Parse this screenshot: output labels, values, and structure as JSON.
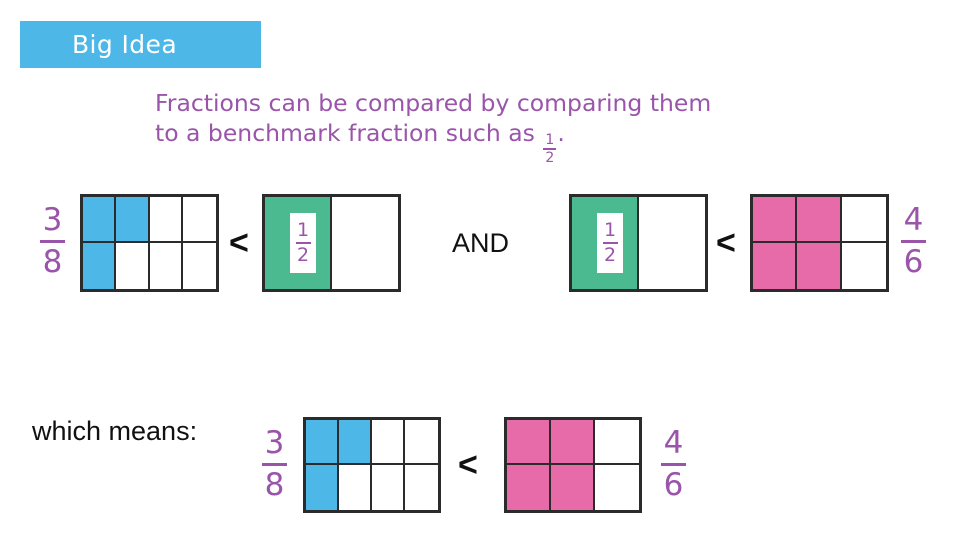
{
  "slide": {
    "background": "#ffffff",
    "banner": {
      "label": "Big Idea",
      "background_color": "#4db8e8",
      "text_color": "#ffffff"
    },
    "headline": {
      "color": "#9a55aa",
      "line1": "Fractions can be compared by comparing them",
      "line2_before": "to a benchmark fraction such as",
      "inline_fraction": {
        "numerator": "1",
        "denominator": "2"
      },
      "line2_after": "."
    },
    "colors": {
      "blue": "#4db8e8",
      "green": "#4cba90",
      "pink": "#e76aa9",
      "purple": "#9a55aa",
      "outline": "#2b2b2b",
      "black_text": "#111111"
    },
    "top_row": {
      "comparison_left": {
        "left_label": {
          "numerator": "3",
          "denominator": "8"
        },
        "left_model": {
          "name": "three-eighths-model",
          "columns": 4,
          "rows": 2,
          "shaded_color": "#4db8e8",
          "shaded_cells": [
            0,
            1,
            4
          ],
          "total_cells": 8,
          "shaded_count": 3
        },
        "operator": "<",
        "right_model": {
          "name": "one-half-model",
          "columns": 2,
          "rows": 1,
          "shaded_color": "#4cba90",
          "shaded_cells": [
            0
          ],
          "total_cells": 2,
          "shaded_count": 1,
          "chip_label": {
            "numerator": "1",
            "denominator": "2"
          }
        }
      },
      "conjunction": "AND",
      "comparison_right": {
        "left_model": {
          "name": "one-half-model",
          "columns": 2,
          "rows": 1,
          "shaded_color": "#4cba90",
          "shaded_cells": [
            0
          ],
          "total_cells": 2,
          "shaded_count": 1,
          "chip_label": {
            "numerator": "1",
            "denominator": "2"
          }
        },
        "operator": "<",
        "right_model": {
          "name": "four-sixths-model",
          "columns": 3,
          "rows": 2,
          "shaded_color": "#e76aa9",
          "shaded_cells": [
            0,
            1,
            3,
            4
          ],
          "total_cells": 6,
          "shaded_count": 4
        },
        "right_label": {
          "numerator": "4",
          "denominator": "6"
        }
      }
    },
    "bottom_row": {
      "prefix_text": "which means:",
      "left_label": {
        "numerator": "3",
        "denominator": "8"
      },
      "left_model": {
        "name": "three-eighths-model",
        "columns": 4,
        "rows": 2,
        "shaded_color": "#4db8e8",
        "shaded_cells": [
          0,
          1,
          4
        ],
        "total_cells": 8,
        "shaded_count": 3
      },
      "operator": "<",
      "right_model": {
        "name": "four-sixths-model",
        "columns": 3,
        "rows": 2,
        "shaded_color": "#e76aa9",
        "shaded_cells": [
          0,
          1,
          3,
          4
        ],
        "total_cells": 6,
        "shaded_count": 4
      },
      "right_label": {
        "numerator": "4",
        "denominator": "6"
      }
    }
  }
}
